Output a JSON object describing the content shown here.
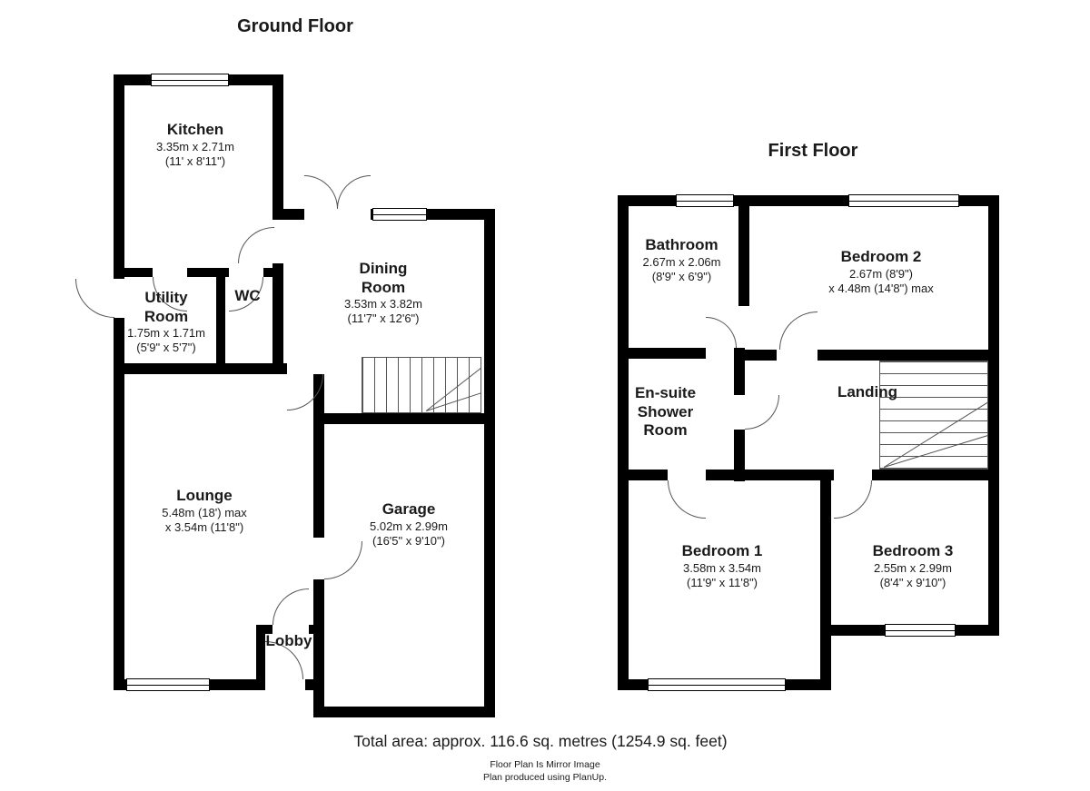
{
  "titles": {
    "ground": "Ground Floor",
    "first": "First Floor"
  },
  "ground": {
    "kitchen": {
      "name": "Kitchen",
      "d1": "3.35m x 2.71m",
      "d2": "(11' x 8'11\")"
    },
    "utility": {
      "name": "Utility\nRoom",
      "d1": "1.75m x 1.71m",
      "d2": "(5'9\" x 5'7\")"
    },
    "wc": {
      "name": "WC"
    },
    "dining": {
      "name": "Dining\nRoom",
      "d1": "3.53m x 3.82m",
      "d2": "(11'7\" x 12'6\")"
    },
    "lounge": {
      "name": "Lounge",
      "d1": "5.48m (18') max",
      "d2": "x 3.54m (11'8\")"
    },
    "garage": {
      "name": "Garage",
      "d1": "5.02m x 2.99m",
      "d2": "(16'5\" x 9'10\")"
    },
    "lobby": {
      "name": "Lobby"
    }
  },
  "first": {
    "bathroom": {
      "name": "Bathroom",
      "d1": "2.67m x 2.06m",
      "d2": "(8'9\" x 6'9\")"
    },
    "bedroom2": {
      "name": "Bedroom 2",
      "d1": "2.67m (8'9\")",
      "d2": "x 4.48m (14'8\") max"
    },
    "ensuite": {
      "name": "En-suite\nShower\nRoom"
    },
    "landing": {
      "name": "Landing"
    },
    "bedroom1": {
      "name": "Bedroom 1",
      "d1": "3.58m x 3.54m",
      "d2": "(11'9\" x 11'8\")"
    },
    "bedroom3": {
      "name": "Bedroom 3",
      "d1": "2.55m x 2.99m",
      "d2": "(8'4\" x 9'10\")"
    }
  },
  "footer": {
    "total": "Total area: approx. 116.6 sq. metres (1254.9 sq. feet)",
    "note1": "Floor Plan Is Mirror Image",
    "note2": "Plan produced using PlanUp."
  },
  "colors": {
    "wall": "#000000",
    "text": "#1a1a1a"
  }
}
